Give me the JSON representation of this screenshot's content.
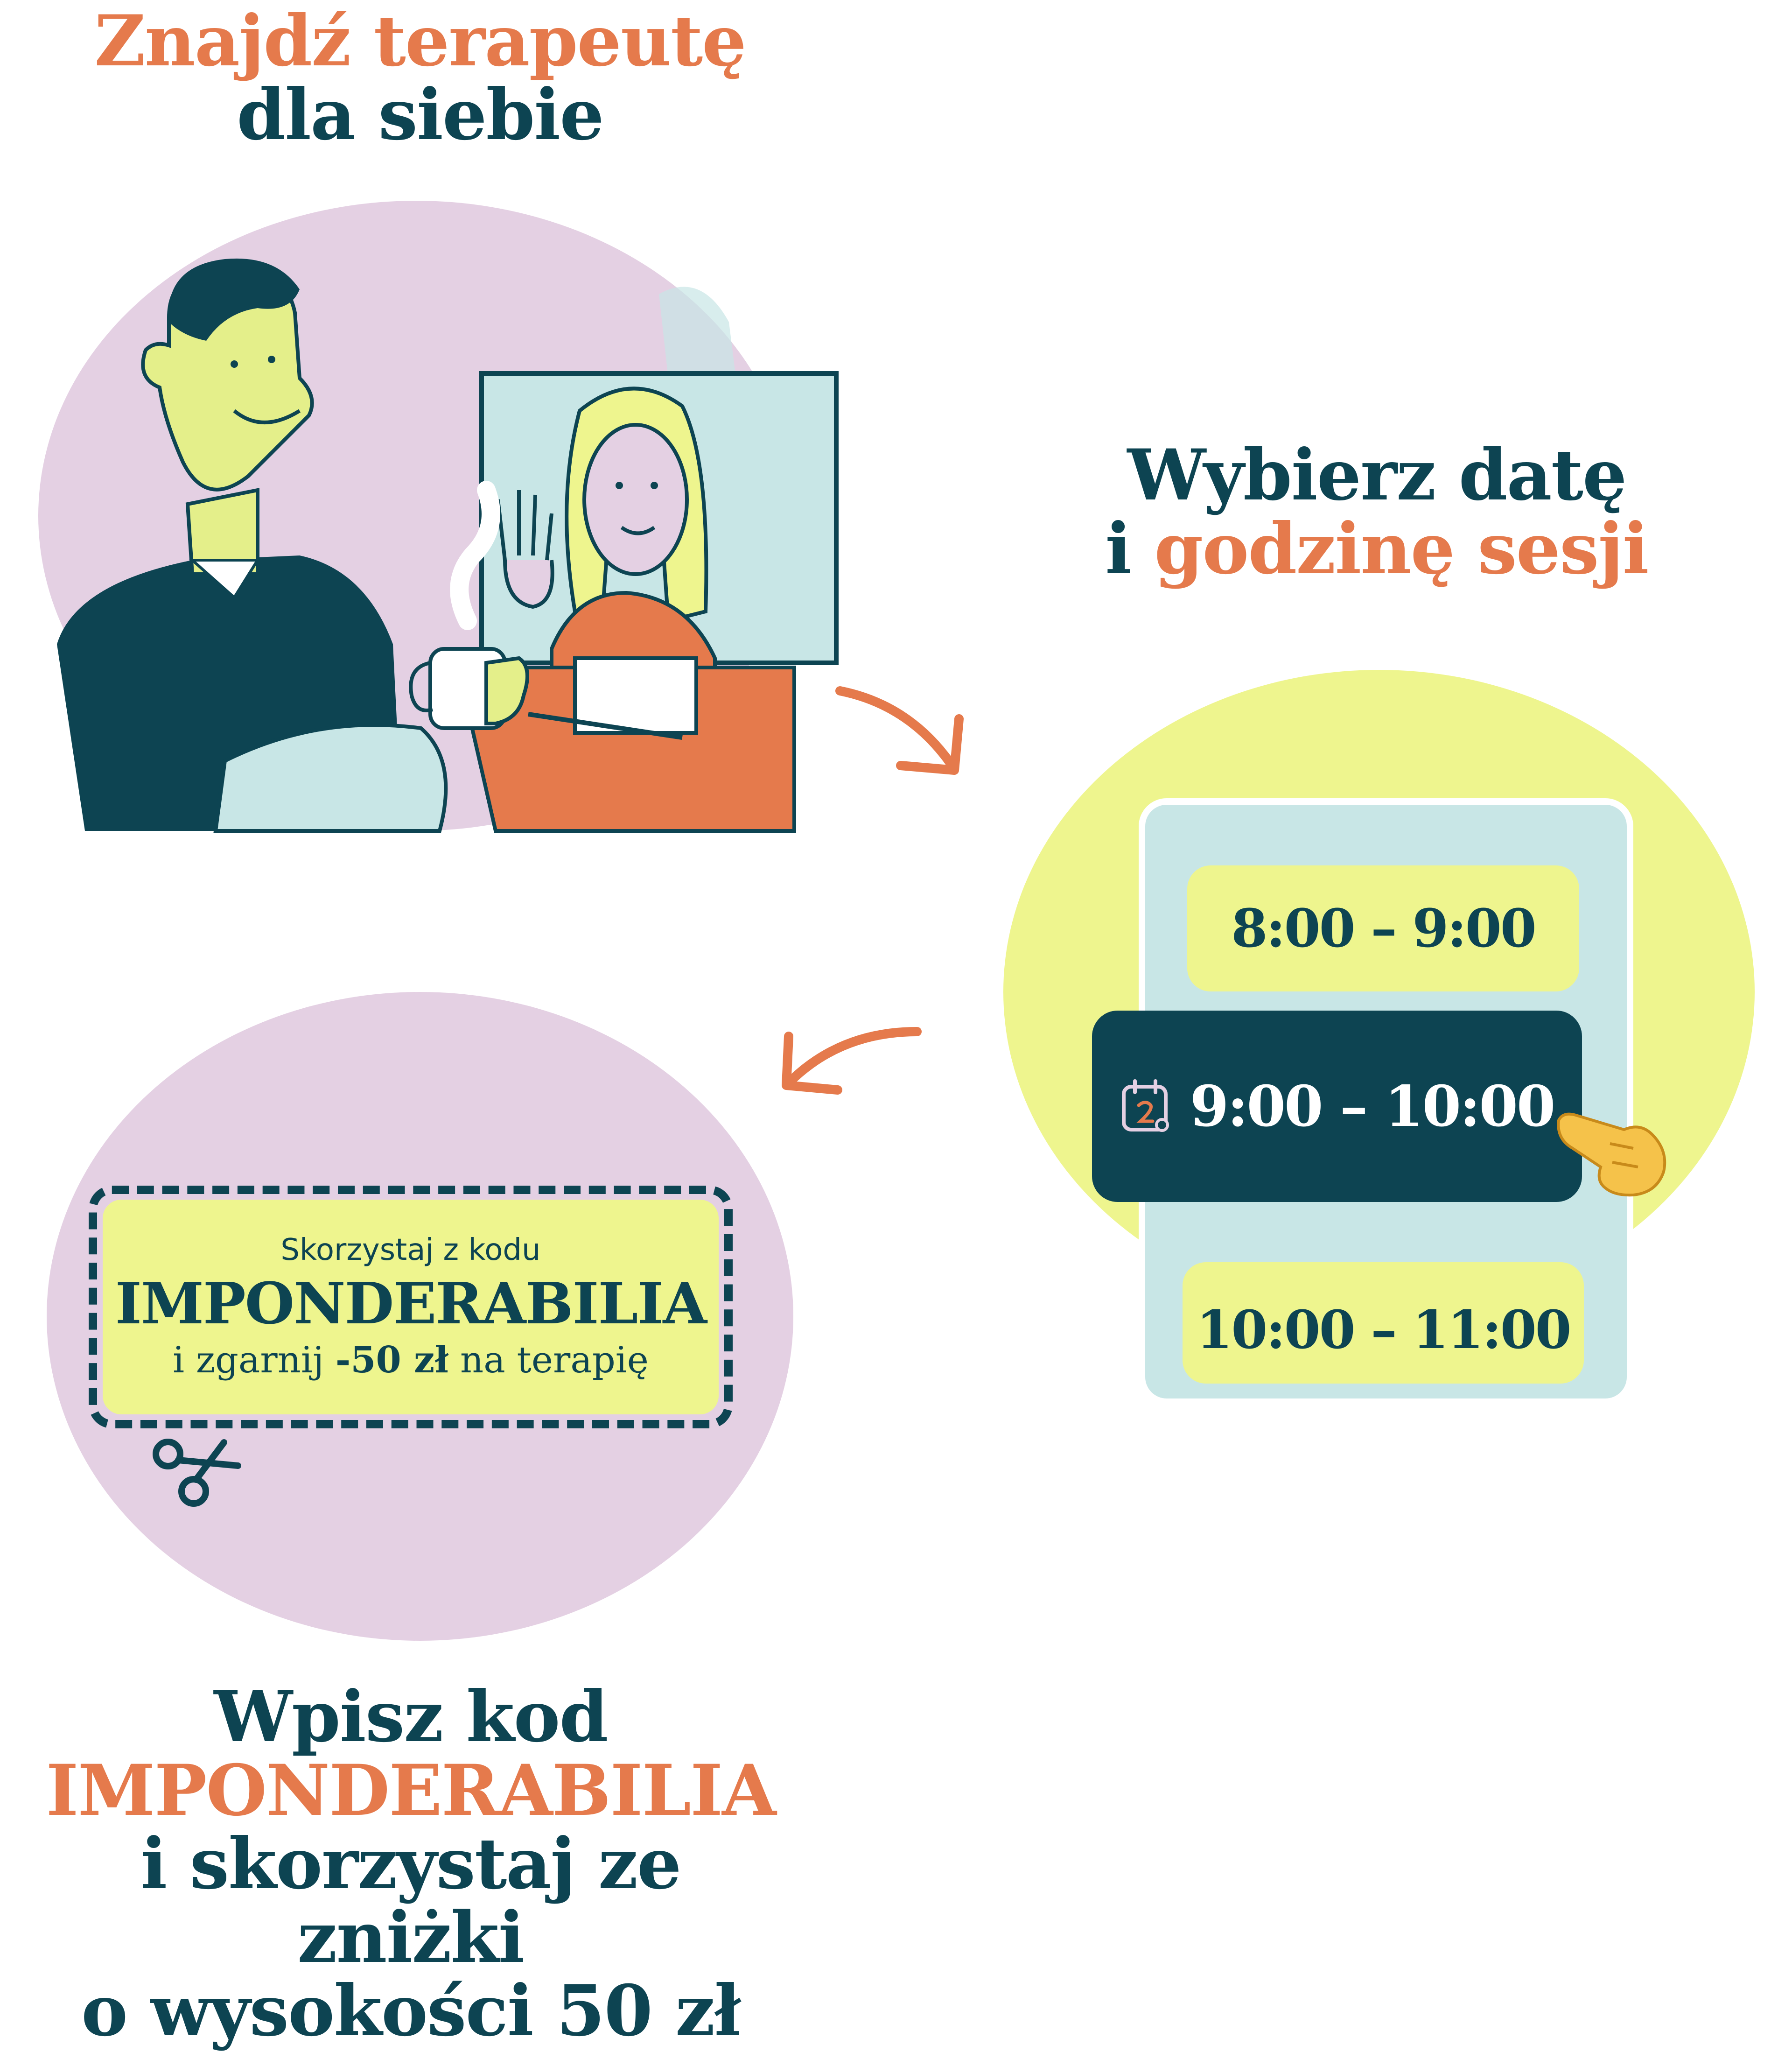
{
  "step1": {
    "title_line1": "Znajdź terapeutę",
    "title_line2": "dla siebie"
  },
  "step2": {
    "title_line1": "Wybierz datę",
    "title_line2_prefix": "i ",
    "title_line2_accent": "godzinę sesji",
    "slots": [
      "8:00 – 9:00",
      "9:00 – 10:00",
      "10:00 – 11:00"
    ],
    "selected_slot_index": 1,
    "calendar_icon": "calendar-icon",
    "pointer_icon": "pointing-hand-icon"
  },
  "coupon": {
    "line1": "Skorzystaj z kodu",
    "code": "IMPONDERABILIA",
    "line3_prefix": "i zgarnij ",
    "line3_amount": "-50 zł",
    "line3_suffix": " na terapię",
    "scissors_icon": "scissors-icon"
  },
  "step3": {
    "title_line1": "Wpisz kod",
    "title_line2": "IMPONDERABILIA",
    "title_line3": "i skorzystaj ze zniżki",
    "title_line4": "o wysokości 50 zł"
  },
  "colors": {
    "teal": "#0d4452",
    "orange": "#e57a4c",
    "lilac": "#e4d0e3",
    "lime": "#eef58e",
    "light_blue": "#c8e6e6"
  }
}
